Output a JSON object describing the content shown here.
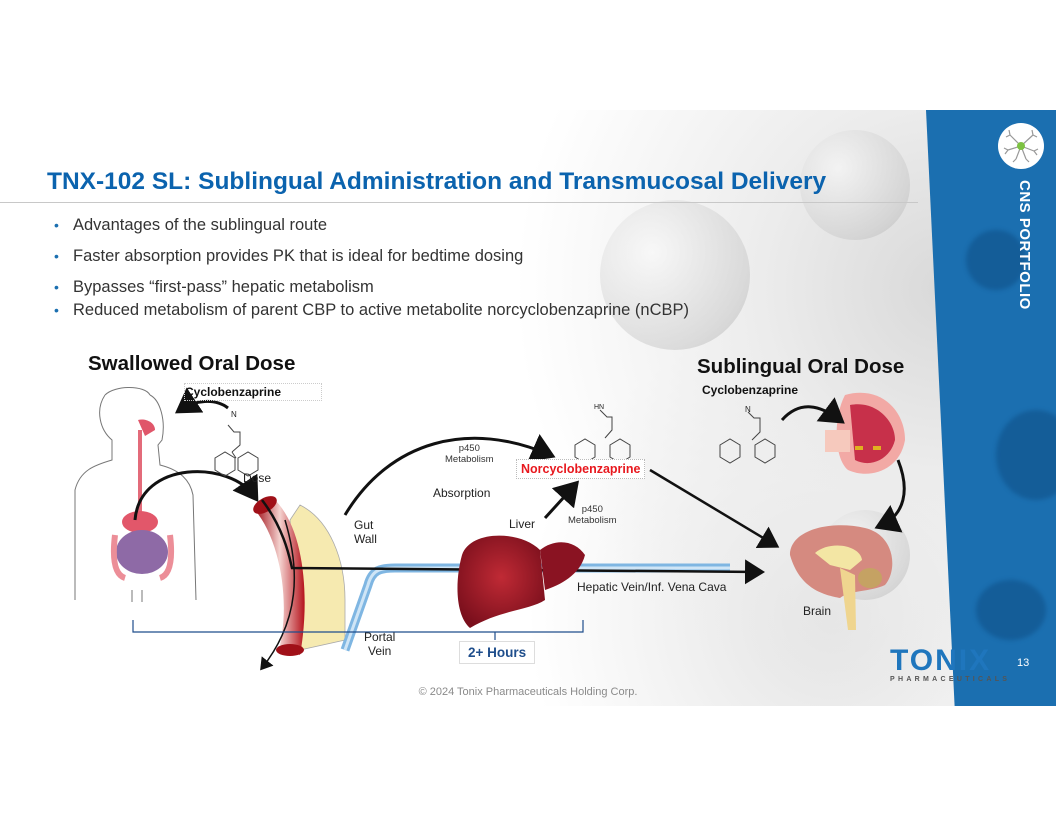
{
  "slide": {
    "title": "TNX-102 SL: Sublingual Administration and Transmucosal Delivery",
    "bullets": [
      "Advantages of the sublingual route",
      "Faster absorption provides PK that is ideal for bedtime dosing",
      "Bypasses “first-pass” hepatic metabolism",
      "Reduced metabolism of parent CBP to active metabolite norcyclobenzaprine (nCBP)"
    ],
    "bullet_glyph": "•",
    "side_label": "CNS PORTFOLIO",
    "page_number": "13",
    "copyright": "© 2024 Tonix Pharmaceuticals Holding Corp.",
    "logo": {
      "word": "TONIX",
      "sub": "PHARMACEUTICALS"
    },
    "colors": {
      "title_blue": "#0b63ae",
      "band_blue": "#1b6fb0",
      "metabolite_red": "#e8181e",
      "hours_blue": "#1f4e8c"
    }
  },
  "diagram": {
    "swallowed": {
      "heading": "Swallowed Oral Dose",
      "drug": "Cyclobenzaprine",
      "dose_label": "Dose",
      "gut_wall": [
        "Gut",
        "Wall"
      ],
      "portal_vein": [
        "Portal",
        "Vein"
      ],
      "absorption": "Absorption",
      "p450_top": [
        "p450",
        "Metabolism"
      ],
      "liver": "Liver",
      "p450_liver": [
        "p450",
        "Metabolism"
      ],
      "metabolite": "Norcyclobenzaprine",
      "metabolite_amine": "HN",
      "hepatic": "Hepatic Vein/Inf. Vena Cava",
      "duration": "2+ Hours"
    },
    "sublingual": {
      "heading": "Sublingual Oral Dose",
      "drug": "Cyclobenzaprine",
      "brain": "Brain"
    },
    "amine_label": "N"
  }
}
